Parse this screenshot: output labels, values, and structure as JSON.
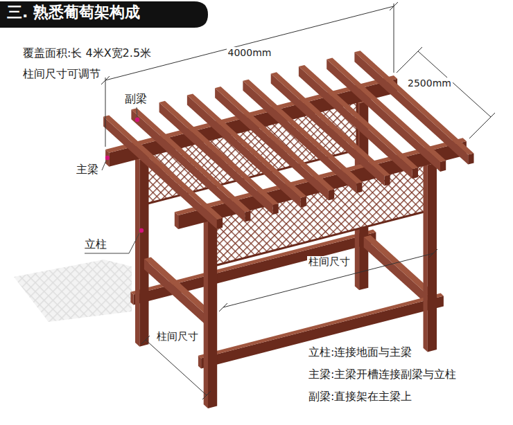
{
  "diagram": {
    "title": "三. 熟悉葡萄架构成",
    "labels": [
      "覆盖面积:长 4米X宽2.5米",
      "柱间尺寸可调节",
      "4000mm",
      "2500mm",
      "副梁",
      "主梁",
      "立柱",
      "柱间尺寸",
      "柱间尺寸",
      "立柱:连接地面与主梁",
      "主梁:主梁开槽连接副梁与立柱",
      "副梁:直接架在主梁上"
    ]
  }
}
